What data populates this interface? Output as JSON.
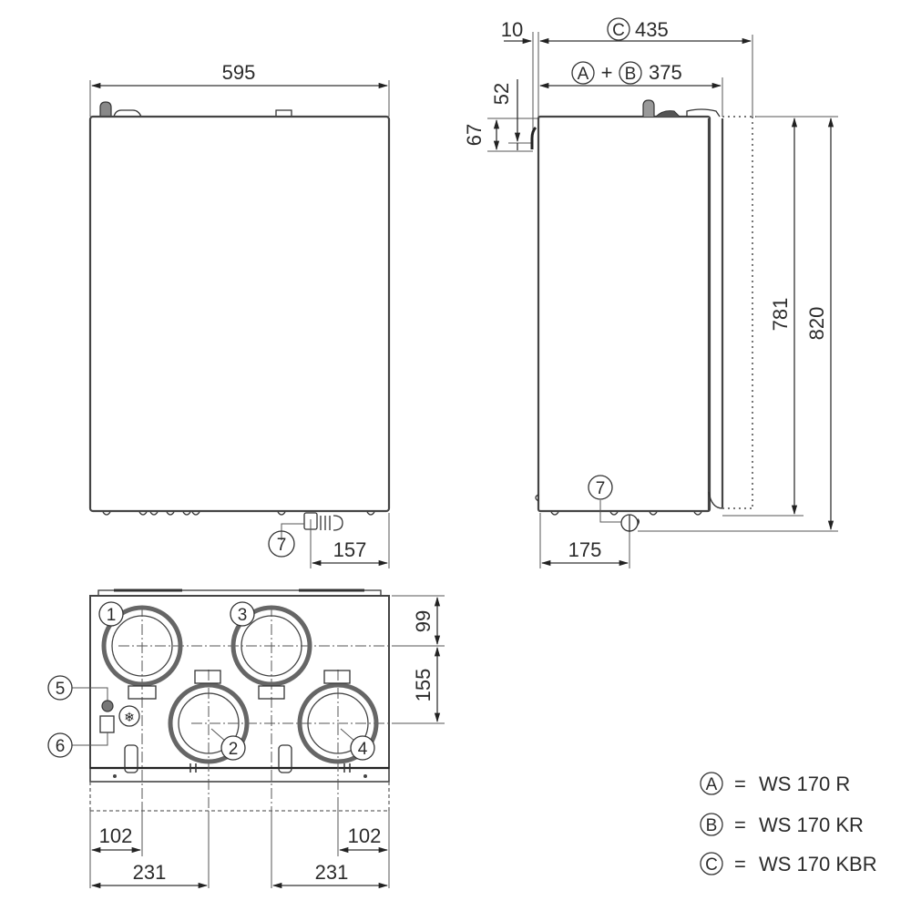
{
  "drawing": {
    "front_view": {
      "width_label": "595",
      "connector_offset_label": "157",
      "callout_7": "7"
    },
    "side_view": {
      "wall_gap_label": "10",
      "depth_c_label": "435",
      "depth_c_marker": "C",
      "depth_ab_label": "375",
      "depth_ab_marker_a": "A",
      "depth_ab_marker_b": "B",
      "depth_ab_plus": "+",
      "bracket_52_label": "52",
      "bracket_67_label": "67",
      "height_781_label": "781",
      "height_820_label": "820",
      "connector_offset_label": "175",
      "callout_7": "7"
    },
    "top_view": {
      "ports": [
        {
          "num": "1"
        },
        {
          "num": "2"
        },
        {
          "num": "3"
        },
        {
          "num": "4"
        },
        {
          "num": "5"
        },
        {
          "num": "6"
        }
      ],
      "row_spacing_top_label": "99",
      "row_spacing_label": "155",
      "left_inner_label": "102",
      "left_outer_label": "231",
      "right_inner_label": "102",
      "right_outer_label": "231"
    },
    "legend": [
      {
        "marker": "A",
        "eq": "=",
        "model": "WS 170 R"
      },
      {
        "marker": "B",
        "eq": "=",
        "model": "WS 170 KR"
      },
      {
        "marker": "C",
        "eq": "=",
        "model": "WS 170 KBR"
      }
    ]
  }
}
